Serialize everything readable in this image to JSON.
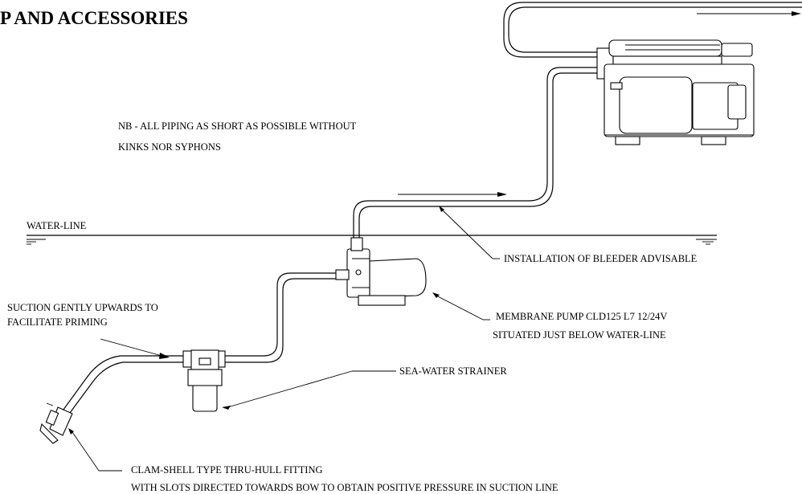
{
  "title": "P AND ACCESSORIES",
  "labels": {
    "nb_line1": "NB - ALL PIPING AS SHORT AS POSSIBLE WITHOUT",
    "nb_line2": "KINKS NOR SYPHONS",
    "water_line": "WATER-LINE",
    "bleeder": "INSTALLATION OF BLEEDER ADVISABLE",
    "suction_line1": "SUCTION GENTLY UPWARDS TO",
    "suction_line2": "FACILITATE PRIMING",
    "pump_line1": "MEMBRANE PUMP CLD125 L7 12/24V",
    "pump_line2": "SITUATED JUST BELOW WATER-LINE",
    "strainer": "SEA-WATER STRAINER",
    "thruhull_line1": "CLAM-SHELL TYPE THRU-HULL FITTING",
    "thruhull_line2": "WITH SLOTS DIRECTED TOWARDS BOW TO OBTAIN POSITIVE PRESSURE IN SUCTION LINE"
  }
}
